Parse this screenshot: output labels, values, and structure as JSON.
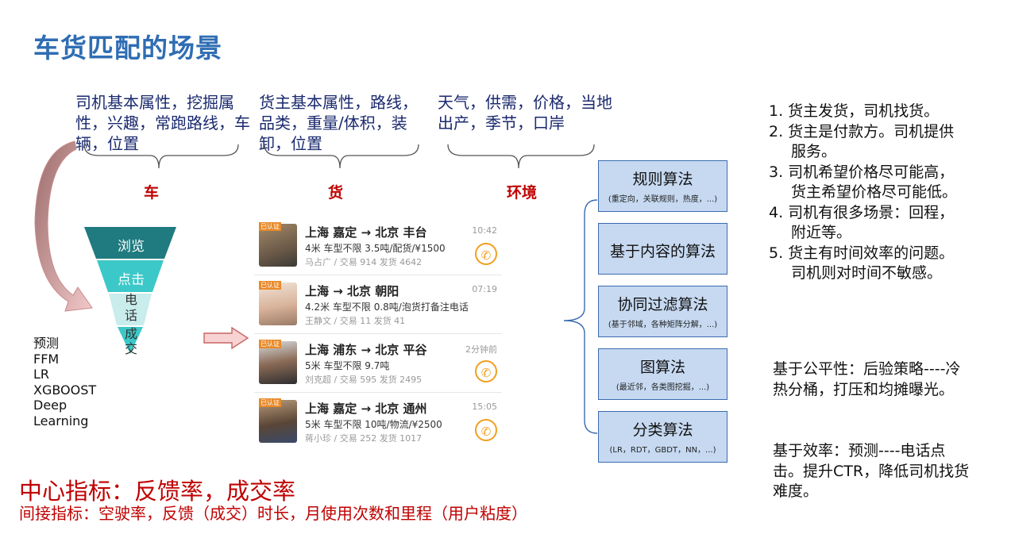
{
  "title": "车货匹配的场景",
  "attributes": {
    "driver": "司机基本属性，挖掘属性，兴趣，常跑路线，车辆，位置",
    "cargo": "货主基本属性，路线，品类，重量/体积，装卸，位置",
    "env": "天气，供需，价格，当地出产，季节，口岸"
  },
  "categories": {
    "driver": "车",
    "cargo": "货",
    "env": "环境"
  },
  "funnel": [
    "浏览",
    "点击",
    "电话",
    "成交"
  ],
  "models": [
    "预测",
    "FFM",
    "LR",
    "XGBOOST",
    "Deep",
    "Learning"
  ],
  "app_cards": [
    {
      "tag": "已认证",
      "route": "上海 嘉定 → 北京 丰台",
      "spec": "4米 车型不限 3.5吨/配货/¥1500",
      "who": "马占广 / 交易 914 发货 4642",
      "time": "10:42"
    },
    {
      "tag": "已认证",
      "route": "上海 → 北京 朝阳",
      "spec": "4.2米 车型不限 0.8吨/泡货打备注电话",
      "who": "王静文 / 交易 11 发货 41",
      "time": "07:19"
    },
    {
      "tag": "已认证",
      "route": "上海 浦东 → 北京 平谷",
      "spec": "5米 车型不限 9.7吨",
      "who": "刘克超 / 交易 595 发货 2495",
      "time": "2分钟前"
    },
    {
      "tag": "已认证",
      "route": "上海 嘉定 → 北京 通州",
      "spec": "5米 车型不限 10吨/物流/¥2500",
      "who": "蒋小珍 / 交易 252 发货 1017",
      "time": "15:05"
    }
  ],
  "algorithms": [
    {
      "name": "规则算法",
      "sub": "(重定向，关联规则，热度，...)"
    },
    {
      "name": "基于内容的算法",
      "sub": ""
    },
    {
      "name": "协同过滤算法",
      "sub": "(基于邻域，各种矩阵分解，...)"
    },
    {
      "name": "图算法",
      "sub": "(最近邻，各类图挖掘，...)"
    },
    {
      "name": "分类算法",
      "sub": "(LR，RDT，GBDT，NN，...)"
    }
  ],
  "notes": [
    "1. 货主发货，司机找货。",
    "2. 货主是付款方。司机提供服务。",
    "3. 司机希望价格尽可能高，货主希望价格尽可能低。",
    "4. 司机有很多场景：回程，附近等。",
    "5. 货主有时间效率的问题。司机则对时间不敏感。"
  ],
  "fairness": "基于公平性：后验策略----冷热分桶，打压和均摊曝光。",
  "efficiency": "基于效率：预测----电话点击。提升CTR，降低司机找货难度。",
  "metric_main": "中心指标：反馈率，成交率",
  "metric_sub": "间接指标：空驶率，反馈（成交）时长，月使用次数和里程（用户粘度）",
  "colors": {
    "title": "#2f6db3",
    "red": "#c00000",
    "funnel_dark": "#1f7b80",
    "funnel_light": "#3cc8c8",
    "algo_fill": "#c6d9f1"
  }
}
